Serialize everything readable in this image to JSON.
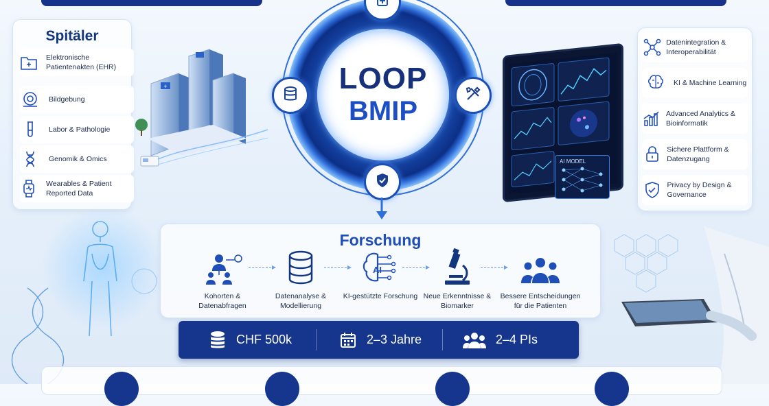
{
  "center": {
    "title_line1": "LOOP",
    "title_line2": "BMIP"
  },
  "hospitals": {
    "title": "Spitäler",
    "items": [
      {
        "label": "Elektronische Patientenakten (EHR)",
        "icon": "ehr-folder-icon"
      },
      {
        "label": "Bildgebung",
        "icon": "mri-scanner-icon"
      },
      {
        "label": "Labor & Pathologie",
        "icon": "test-tube-icon"
      },
      {
        "label": "Genomik & Omics",
        "icon": "dna-icon"
      },
      {
        "label": "Wearables & Patient Reported Data",
        "icon": "smartwatch-icon"
      }
    ]
  },
  "platform": {
    "items": [
      {
        "label": "Datenintegration & Interoperabilität",
        "icon": "network-icon"
      },
      {
        "label": "KI & Machine Learning",
        "icon": "brain-icon"
      },
      {
        "label": "Advanced Analytics & Bioinformatik",
        "icon": "bar-chart-icon"
      },
      {
        "label": "Sichere Plattform & Datenzugang",
        "icon": "lock-icon"
      },
      {
        "label": "Privacy by Design & Governance",
        "icon": "shield-check-icon"
      }
    ]
  },
  "monitor": {
    "ai_label": "AI MODEL"
  },
  "research": {
    "title": "Forschung",
    "steps": [
      {
        "label": "Kohorten & Datenabfragen",
        "icon": "cohort-icon"
      },
      {
        "label": "Datenanalyse & Modellierung",
        "icon": "database-icon"
      },
      {
        "label": "KI-gestützte Forschung",
        "icon": "ai-brain-icon"
      },
      {
        "label": "Neue Erkenntnisse & Biomarker",
        "icon": "microscope-icon"
      },
      {
        "label": "Bessere Entscheidungen für die Patienten",
        "icon": "people-icon"
      }
    ]
  },
  "stats": [
    {
      "value": "CHF 500k",
      "icon": "coins-icon"
    },
    {
      "value": "2–3 Jahre",
      "icon": "calendar-icon"
    },
    {
      "value": "2–4 PIs",
      "icon": "team-icon"
    }
  ],
  "colors": {
    "navy": "#15368c",
    "accent": "#1f4eb7",
    "glow": "#7ab6f7"
  }
}
